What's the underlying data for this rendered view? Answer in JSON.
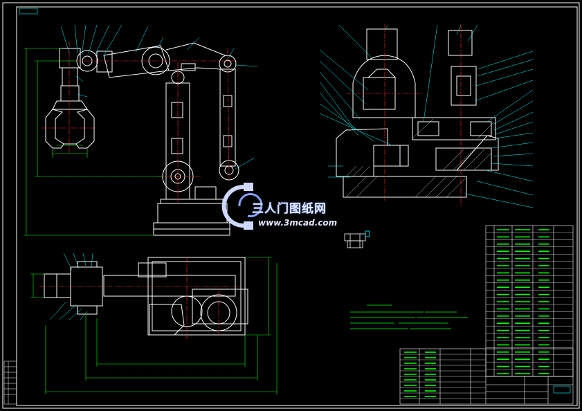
{
  "drawing": {
    "title_tag": "装配图",
    "scale_note": "比例1:1"
  },
  "watermark": {
    "brand": "三人门图纸网",
    "url": "www.3mcad.com"
  },
  "colors": {
    "background": "#000000",
    "outline": "#ffffff",
    "dimension": "#00ff00",
    "center_line": "#ff3030",
    "leader": "#00ffff",
    "hatch": "#ffffff"
  }
}
